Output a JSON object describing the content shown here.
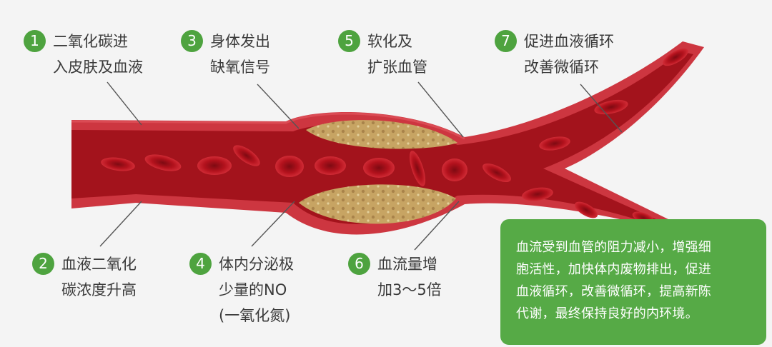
{
  "colors": {
    "badge": "#4ea33f",
    "summary_box": "#56aa46",
    "vessel_wall": "#cd3640",
    "vessel_lumen": "#a3131c",
    "red_blood_cell": "#b4121d",
    "plaque": "#c7a463",
    "text": "#3a3a3a"
  },
  "steps": [
    {
      "number": "1",
      "lines": [
        "二氧化碳进",
        "入皮肤及血液"
      ]
    },
    {
      "number": "2",
      "lines": [
        "血液二氧化",
        "碳浓度升高"
      ]
    },
    {
      "number": "3",
      "lines": [
        "身体发出",
        "缺氧信号"
      ]
    },
    {
      "number": "4",
      "lines": [
        "体内分泌极",
        "少量的NO",
        "(一氧化氮)"
      ]
    },
    {
      "number": "5",
      "lines": [
        "软化及",
        "扩张血管"
      ]
    },
    {
      "number": "6",
      "lines": [
        "血流量增",
        "加3～5倍"
      ]
    },
    {
      "number": "7",
      "lines": [
        "促进血液循环",
        "改善微循环"
      ]
    }
  ],
  "summary": {
    "lines": [
      "血流受到血管的阻力减小，增强细",
      "胞活性，加快体内废物排出，促进",
      "血液循环，改善微循环，提高新陈",
      "代谢，最终保持良好的内环境。"
    ]
  },
  "illustration": {
    "subject": "blood vessel with plaque and red blood cells",
    "red_blood_cell_icons": 16,
    "plaque_deposits": 2
  }
}
